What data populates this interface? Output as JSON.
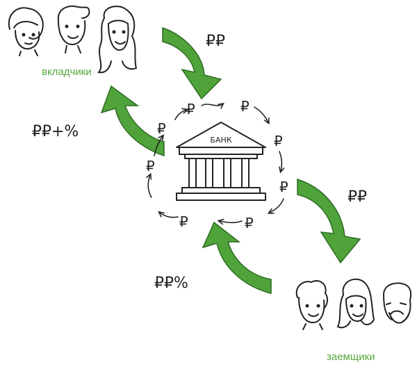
{
  "labels": {
    "depositors": "вкладчики",
    "borrowers": "заемщики",
    "bank": "БАНК"
  },
  "flows": {
    "deposit_in": "₽₽",
    "deposit_out": "₽₽+%",
    "loan_out": "₽₽",
    "loan_in": "₽₽%"
  },
  "cycle_symbol": "₽",
  "colors": {
    "arrow_fill": "#4fa33a",
    "arrow_stroke": "#2d6b22",
    "label_green": "#5aa73c",
    "ink": "#222222"
  },
  "icons": [
    "depositor-face",
    "bank-building-icon",
    "borrower-face",
    "curved-arrow"
  ]
}
